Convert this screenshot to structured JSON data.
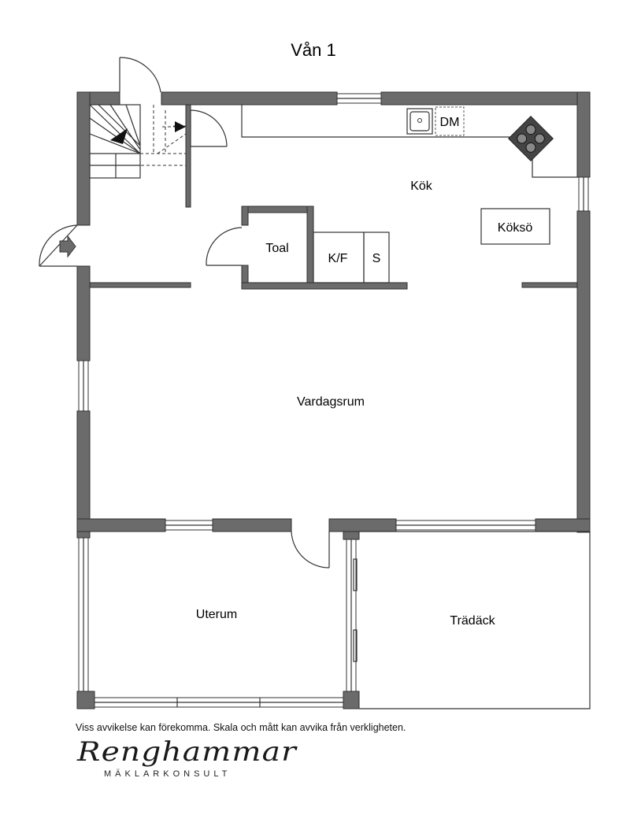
{
  "plan": {
    "title": "Vån 1",
    "rooms": {
      "kok": "Kök",
      "koksö": "Köksö",
      "dm": "DM",
      "toal": "Toal",
      "kf": "K/F",
      "s": "S",
      "vardagsrum": "Vardagsrum",
      "uterum": "Uterum",
      "tradack": "Trädäck"
    },
    "disclaimer": "Viss avvikelse kan förekomma. Skala och mått kan avvika från verkligheten."
  },
  "logo": {
    "wordmark": "Renghammar",
    "tagline": "MÄKLARKONSULT"
  },
  "colors": {
    "wall": "#6b6b6b",
    "line": "#333333"
  }
}
